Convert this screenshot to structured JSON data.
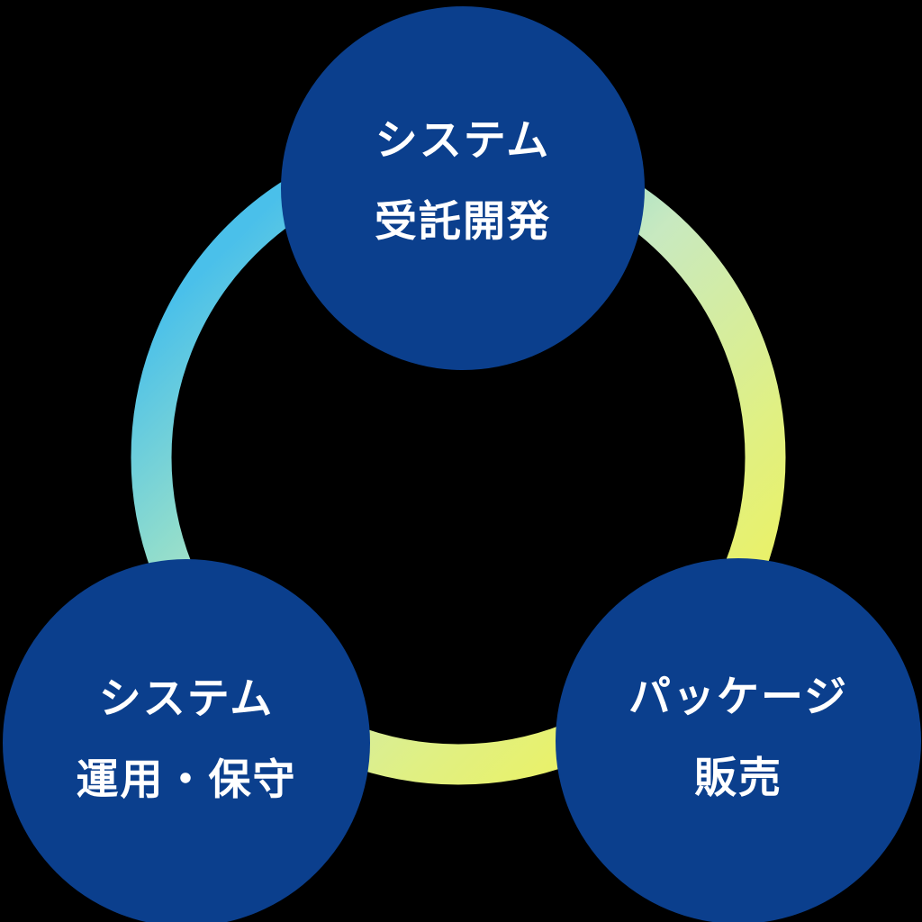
{
  "diagram": {
    "background_color": "#000000",
    "node_fill_color": "#0b3f8d",
    "label_color": "#ffffff",
    "ring": {
      "gradient_start_color": "#4ac0ea",
      "gradient_mid1_color": "#8fdccd",
      "gradient_mid2_color": "#c8e9c0",
      "gradient_mid3_color": "#e0f083",
      "gradient_end_color": "#eef25c"
    },
    "nodes": [
      {
        "id": "system-contract-development",
        "line1": "システム",
        "line2": "受託開発"
      },
      {
        "id": "system-operation-maintenance",
        "line1": "システム",
        "line2": "運用・保守"
      },
      {
        "id": "package-sales",
        "line1": "パッケージ",
        "line2": "販売"
      }
    ]
  }
}
